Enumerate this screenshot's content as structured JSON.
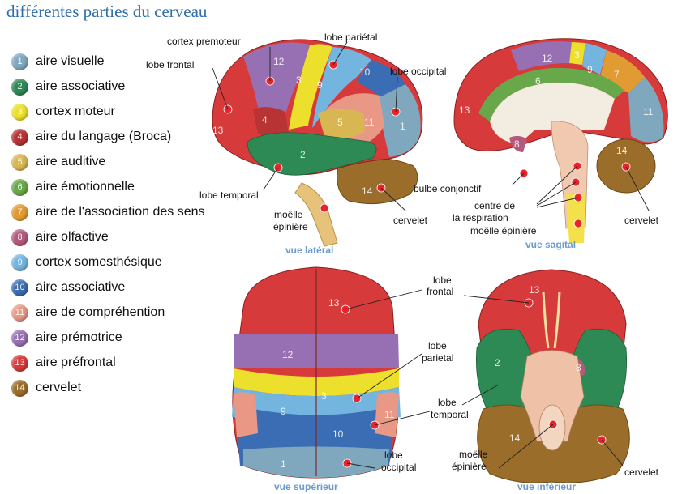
{
  "title": "différentes parties du cerveau",
  "legend": [
    {
      "num": "1",
      "label": "aire visuelle",
      "color": "#7fa8bf"
    },
    {
      "num": "2",
      "label": "aire associative",
      "color": "#2e8a55"
    },
    {
      "num": "3",
      "label": "cortex moteur",
      "color": "#ede02c"
    },
    {
      "num": "4",
      "label": "aire du langage (Broca)",
      "color": "#b83434"
    },
    {
      "num": "5",
      "label": "aire auditive",
      "color": "#d8b752"
    },
    {
      "num": "6",
      "label": "aire émotionnelle",
      "color": "#69a84a"
    },
    {
      "num": "7",
      "label": "aire de l'association des sens",
      "color": "#e29b32"
    },
    {
      "num": "8",
      "label": "aire olfactive",
      "color": "#b35a7c"
    },
    {
      "num": "9",
      "label": "cortex somesthésique",
      "color": "#74b5e0"
    },
    {
      "num": "10",
      "label": "aire associative",
      "color": "#3a6db3"
    },
    {
      "num": "11",
      "label": "aire de compréhention",
      "color": "#e99885"
    },
    {
      "num": "12",
      "label": "aire prémotrice",
      "color": "#9670b3"
    },
    {
      "num": "13",
      "label": "aire préfrontal",
      "color": "#d63a3a"
    },
    {
      "num": "14",
      "label": "cervelet",
      "color": "#9b6d2a"
    }
  ],
  "views": {
    "lateral": "vue latéral",
    "sagittal": "vue sagital",
    "superior": "vue supérieur",
    "inferior": "vue inférieur"
  },
  "labels": {
    "cortex_premoteur": "cortex premoteur",
    "lobe_parietal_top": "lobe pariétal",
    "lobe_frontal_lat": "lobe frontal",
    "lobe_occipital_lat": "lobe occipital",
    "lobe_temporal_lat": "lobe temporal",
    "moelle_lat_1": "moëlle",
    "moelle_lat_2": "épinière",
    "cervelet_lat": "cervelet",
    "bulbe": "bulbe conjonctif",
    "centre_1": "centre de",
    "centre_2": "la respiration",
    "moelle_sag": "moëlle épinière",
    "cervelet_sag": "cervelet",
    "lobe_frontal_sup_1": "lobe",
    "lobe_frontal_sup_2": "frontal",
    "lobe_parietal_sup_1": "lobe",
    "lobe_parietal_sup_2": "parietal",
    "lobe_temporal_inf_1": "lobe",
    "lobe_temporal_inf_2": "temporal",
    "lobe_occipital_sup_1": "lobe",
    "lobe_occipital_sup_2": "occipital",
    "moelle_inf_1": "moëlle",
    "moelle_inf_2": "épinière",
    "cervelet_inf": "cervelet"
  },
  "region_numbers": {
    "lat": [
      "13",
      "12",
      "3",
      "9",
      "10",
      "4",
      "5",
      "11",
      "1",
      "2",
      "14"
    ],
    "sag": [
      "12",
      "3",
      "9",
      "7",
      "6",
      "13",
      "11",
      "8",
      "14"
    ],
    "sup": [
      "13",
      "12",
      "3",
      "9",
      "11",
      "10",
      "1"
    ],
    "inf": [
      "13",
      "2",
      "8",
      "14"
    ]
  }
}
